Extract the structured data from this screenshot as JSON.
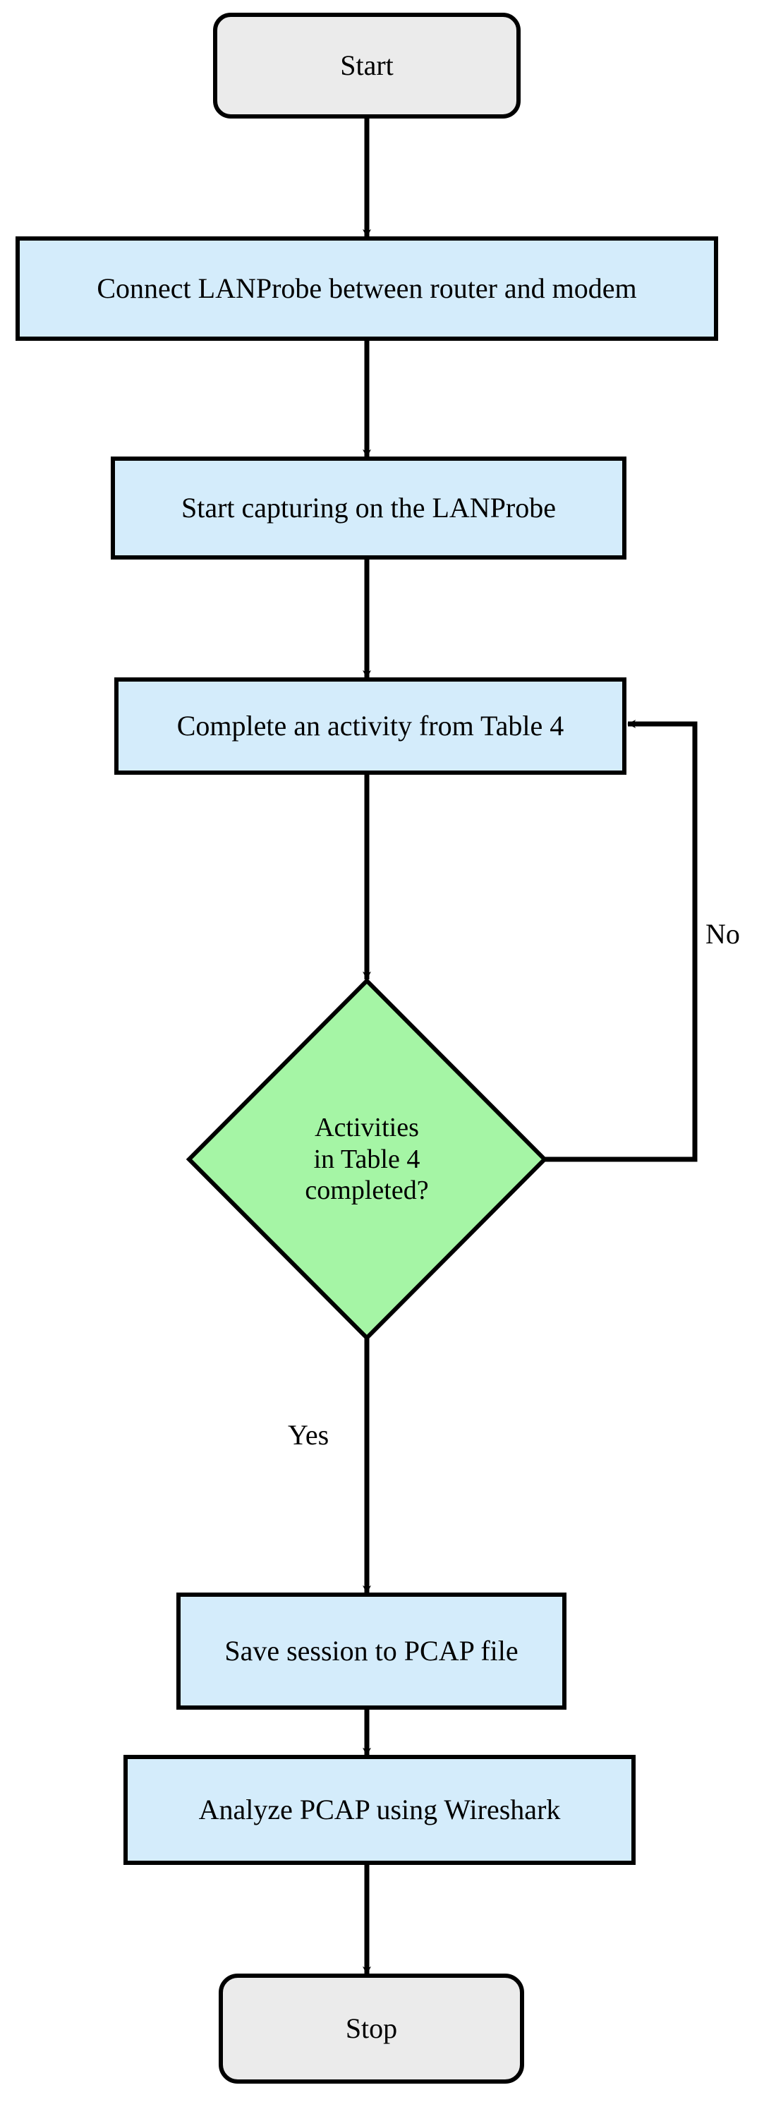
{
  "diagram": {
    "type": "flowchart",
    "orientation": "top-to-bottom",
    "title": "",
    "background_color": "#ffffff",
    "colors": {
      "terminator_fill": "#ebebeb",
      "process_fill": "#d4ecfb",
      "decision_fill": "#a5f5a5",
      "stroke": "#000000",
      "text": "#000000"
    },
    "nodes": [
      {
        "id": "start",
        "shape": "rounded-rectangle",
        "label": "Start"
      },
      {
        "id": "connect",
        "shape": "rectangle",
        "label": "Connect LANProbe between router and modem"
      },
      {
        "id": "capture",
        "shape": "rectangle",
        "label": "Start capturing on the LANProbe"
      },
      {
        "id": "activity",
        "shape": "rectangle",
        "label": "Complete an activity from Table 4"
      },
      {
        "id": "decision",
        "shape": "diamond",
        "label": "Activities\nin Table 4\ncompleted?"
      },
      {
        "id": "save",
        "shape": "rectangle",
        "label": "Save session to PCAP file"
      },
      {
        "id": "analyze",
        "shape": "rectangle",
        "label": "Analyze PCAP using Wireshark"
      },
      {
        "id": "stop",
        "shape": "rounded-rectangle",
        "label": "Stop"
      }
    ],
    "edges": [
      {
        "from": "start",
        "to": "connect",
        "label": ""
      },
      {
        "from": "connect",
        "to": "capture",
        "label": ""
      },
      {
        "from": "capture",
        "to": "activity",
        "label": ""
      },
      {
        "from": "activity",
        "to": "decision",
        "label": ""
      },
      {
        "from": "decision",
        "to": "activity",
        "label": "No"
      },
      {
        "from": "decision",
        "to": "save",
        "label": "Yes"
      },
      {
        "from": "save",
        "to": "analyze",
        "label": ""
      },
      {
        "from": "analyze",
        "to": "stop",
        "label": ""
      }
    ]
  }
}
